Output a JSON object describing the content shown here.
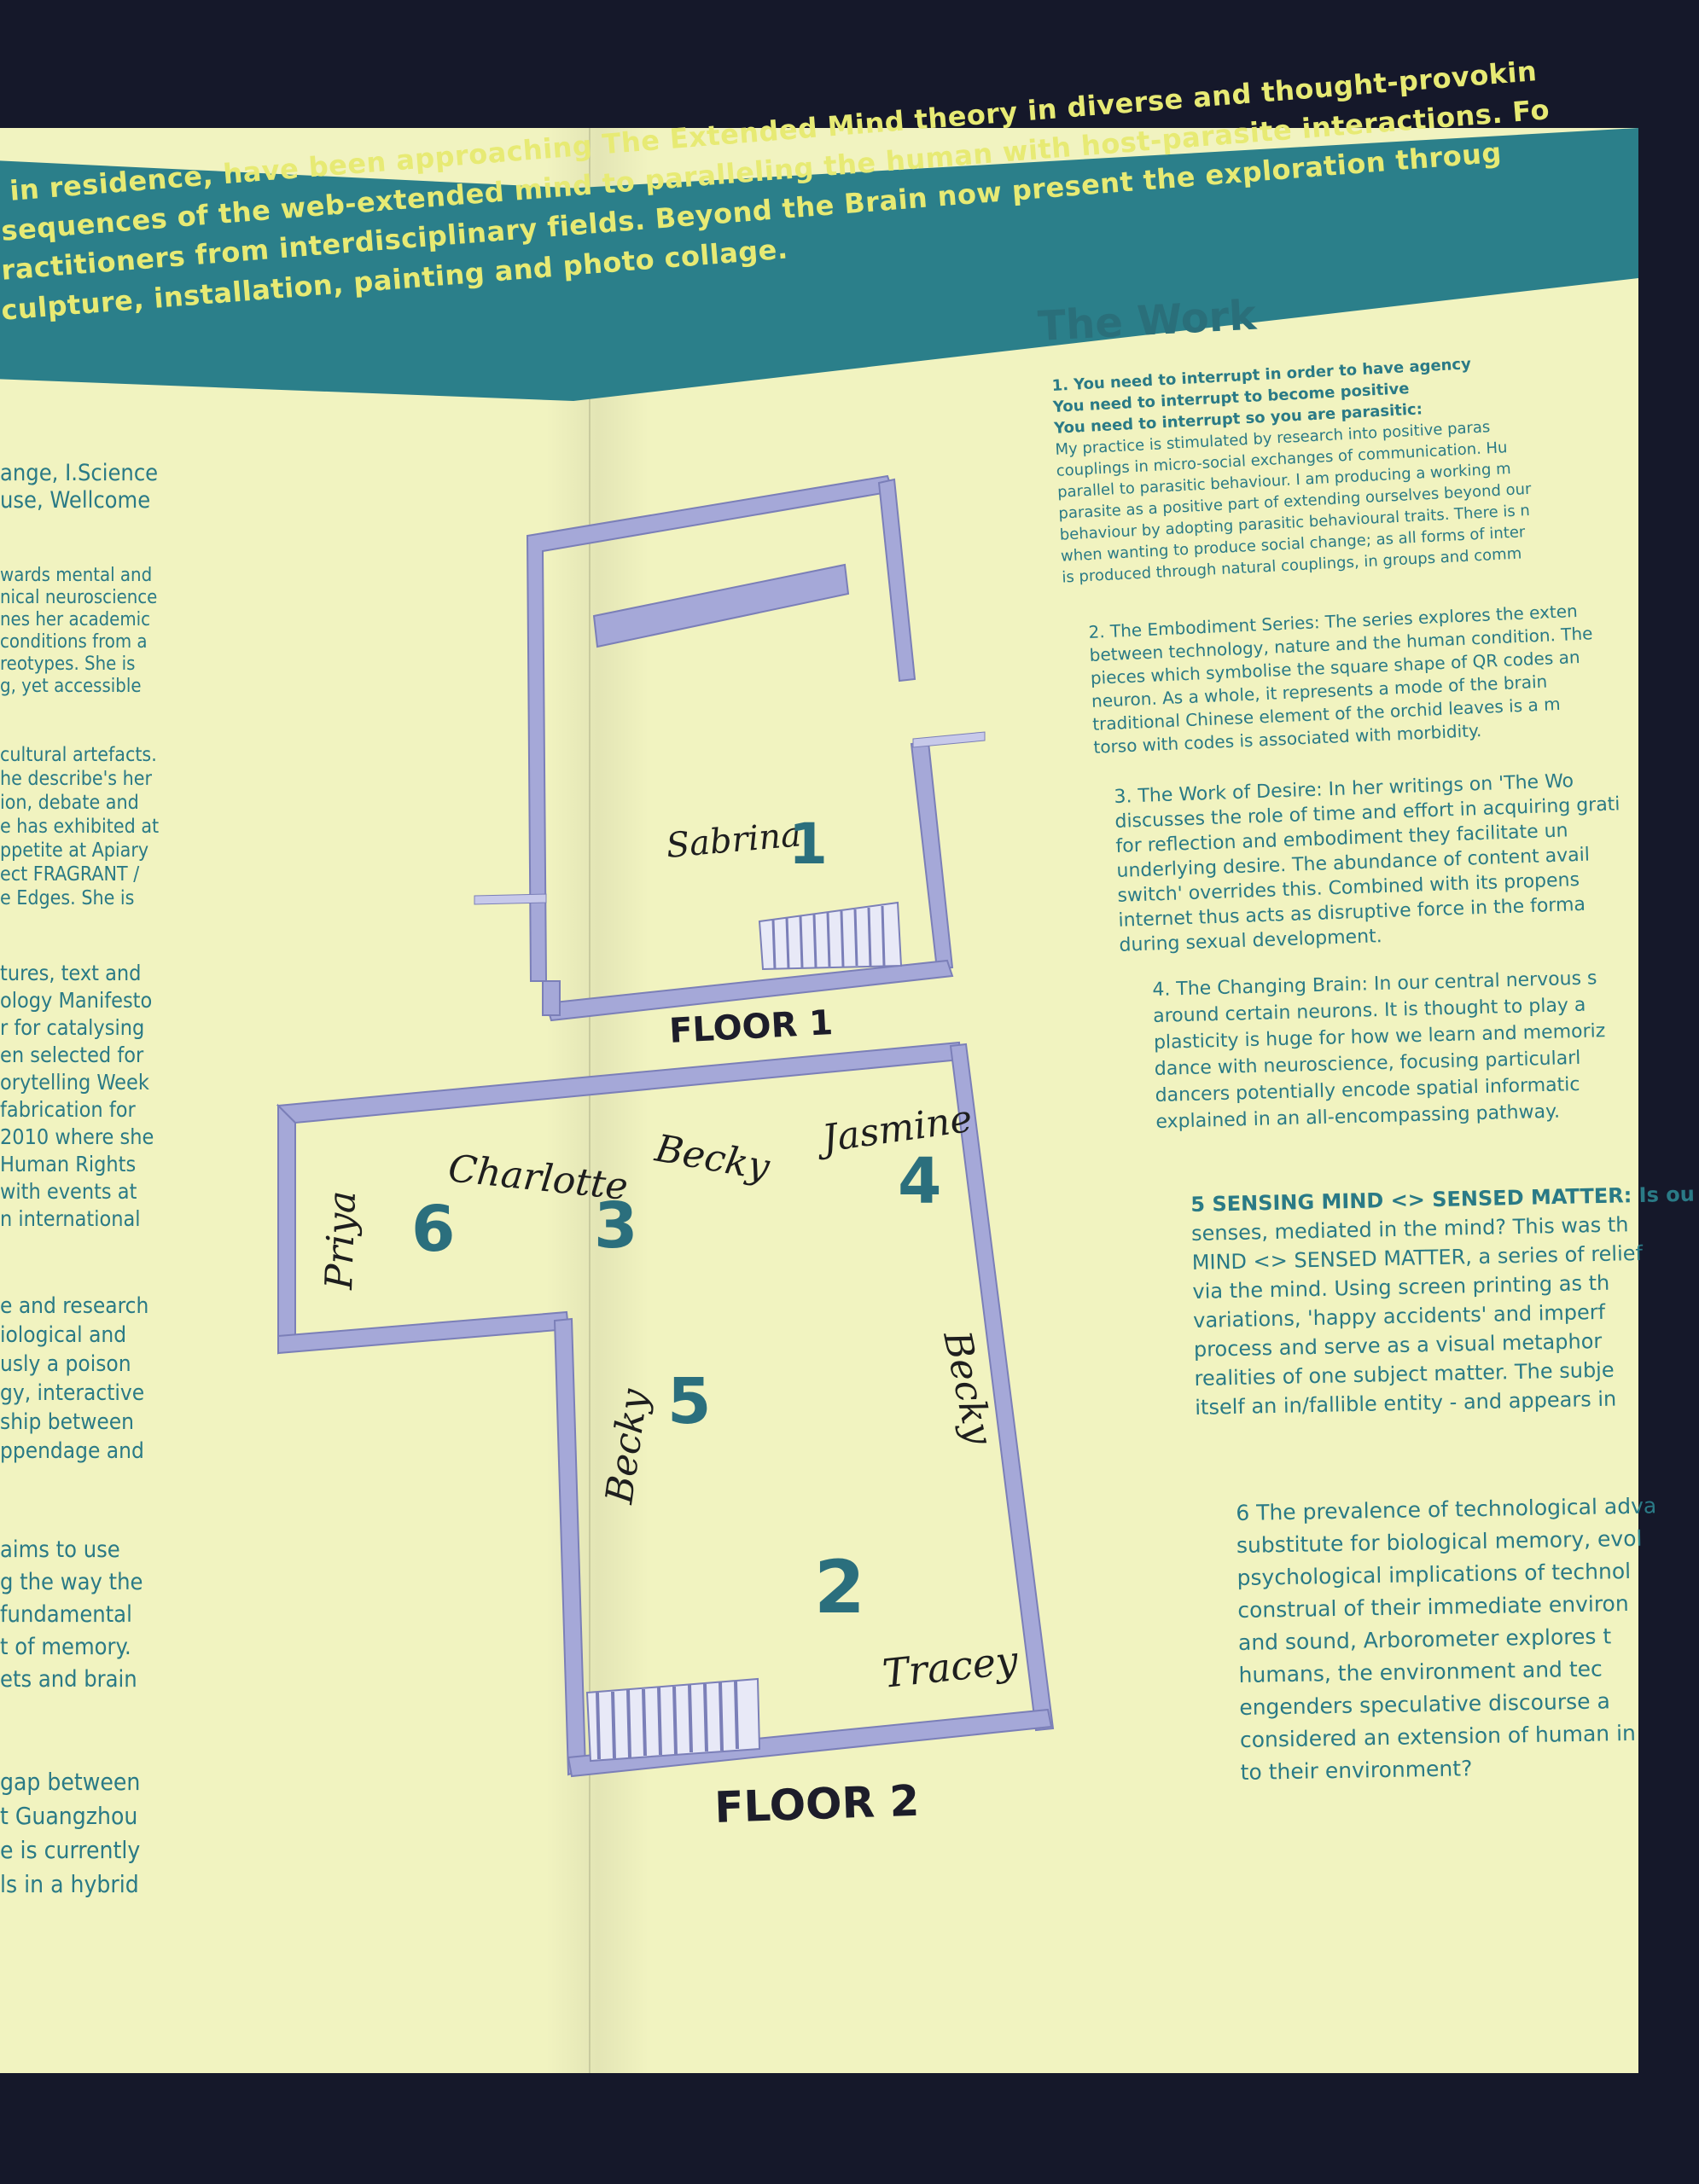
{
  "banner": {
    "lines": [
      "in residence, have been approaching The Extended Mind theory in diverse and thought-provokin",
      "sequences of the web-extended mind to paralleling the human with host-parasite interactions. Fo",
      "ractitioners from interdisciplinary fields. Beyond the Brain now present the exploration throug",
      "culpture, installation, painting and photo collage."
    ]
  },
  "left_column": {
    "block1": [
      "ange, I.Science",
      "use, Wellcome"
    ],
    "block2": [
      "wards mental and",
      "nical neuroscience",
      "nes her academic",
      "conditions from a",
      "reotypes. She is",
      "g, yet accessible"
    ],
    "block3": [
      "cultural artefacts.",
      "he describe's her",
      "ion, debate and",
      "e has exhibited at",
      "ppetite at Apiary",
      "ect FRAGRANT /",
      "e Edges. She is"
    ],
    "block4": [
      "tures, text and",
      "ology Manifesto",
      "r for catalysing",
      "en selected for",
      "orytelling Week",
      "fabrication for",
      "2010 where she",
      "Human Rights",
      "with events at",
      "n international"
    ],
    "block5": [
      "e and research",
      "iological and",
      "usly a poison",
      "gy, interactive",
      "ship between",
      "ppendage and"
    ],
    "block6": [
      "aims to use",
      "g the way the",
      "fundamental",
      "t of memory.",
      "ets and brain"
    ],
    "block7": [
      "gap between",
      "t Guangzhou",
      "e is currently",
      "ls in a hybrid"
    ]
  },
  "the_work": {
    "title": "The Work",
    "item1": {
      "heading_lines": [
        "1. You need to interrupt in order to have agency",
        "You need to interrupt to become positive",
        "You need to interrupt so you are parasitic:"
      ],
      "lines": [
        "My practice is stimulated by research into positive paras",
        "couplings in micro-social exchanges of communication. Hu",
        "parallel to parasitic behaviour. I am producing a working m",
        "parasite as a positive part of extending ourselves beyond our",
        "behaviour by adopting parasitic behavioural traits. There is n",
        "when wanting to produce social change; as all forms of inter",
        "is produced through natural couplings, in groups and comm"
      ]
    },
    "item2": {
      "lines": [
        "2. The Embodiment Series: The series explores the exten",
        "between technology, nature and the human condition. The",
        "pieces which symbolise the square shape of QR codes an",
        "neuron. As a whole, it represents a mode of the brain",
        "traditional Chinese element of the orchid leaves is a m",
        "torso with codes is associated with morbidity."
      ]
    },
    "item3": {
      "lines": [
        "3. The Work of Desire: In her writings on 'The Wo",
        "discusses the role of time and effort in acquiring grati",
        "for reflection and embodiment they facilitate un",
        "underlying desire. The abundance of content avail",
        "switch' overrides this. Combined with its propens",
        "internet thus acts as disruptive force in the forma",
        "during sexual development."
      ]
    },
    "item4": {
      "lines": [
        "4. The Changing Brain: In our central nervous s",
        "around certain neurons. It is thought to play a",
        "plasticity is huge for how we learn and memoriz",
        "dance with neuroscience, focusing particularl",
        "dancers potentially encode spatial informatic",
        "explained in an all-encompassing pathway."
      ]
    },
    "item5": {
      "lines": [
        "5 SENSING MIND <> SENSED MATTER: Is ou",
        "senses, mediated in the mind? This was th",
        "MIND <> SENSED MATTER, a series of relief",
        "via the mind. Using screen printing as th",
        "variations, 'happy accidents' and imperf",
        "process and serve as a visual metaphor",
        "realities of one subject matter. The subje",
        "itself an in/fallible entity - and appears in"
      ]
    },
    "item6": {
      "lines": [
        "6 The prevalence of technological adva",
        "substitute for biological memory, evol",
        "psychological implications of technol",
        "construal of their immediate environ",
        "and sound, Arborometer explores t",
        "humans, the environment and tec",
        "engenders speculative discourse a",
        "considered an extension of human in",
        "to their environment?"
      ]
    }
  },
  "floor_plan": {
    "floor1_label": "FLOOR 1",
    "floor2_label": "FLOOR 2",
    "rooms": [
      {
        "number": "1",
        "artist": "Sabrina"
      },
      {
        "number": "2",
        "artist": "Tracey"
      },
      {
        "number": "3",
        "artist": "Charlotte"
      },
      {
        "number": "4",
        "artist": "Jasmine"
      },
      {
        "number": "5",
        "artist": "Becky"
      },
      {
        "number": "6",
        "artist": "Priya"
      }
    ],
    "extra_artists": {
      "room3_4": "Becky",
      "room5_right": "Becky"
    }
  },
  "colors": {
    "paper": "#f1f3c0",
    "banner": "#2b7f8a",
    "banner_text": "#e7ea74",
    "body_text": "#2a7a86",
    "wall": "#a5a8d8",
    "wall_stroke": "#7b7fb8"
  }
}
